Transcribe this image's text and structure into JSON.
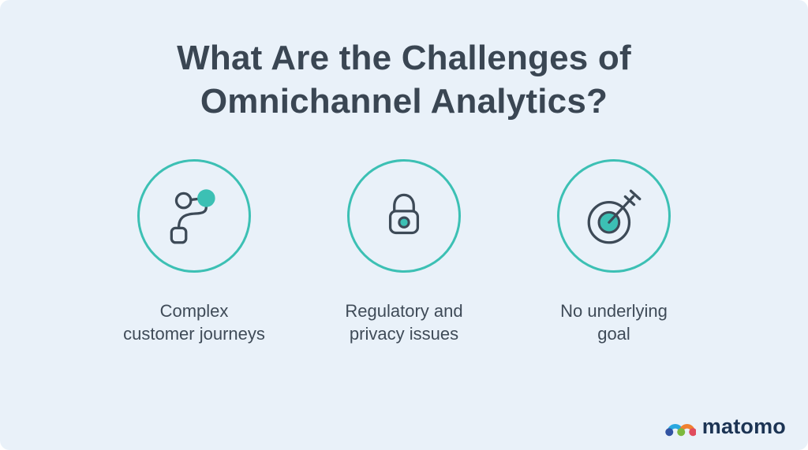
{
  "page": {
    "background": "#e9f1f9",
    "accent": "#3cc0b4",
    "icon_stroke": "#3d4a57",
    "title_color": "#3a4653",
    "text_color": "#3f4b58"
  },
  "title": {
    "line1": "What Are the Challenges of",
    "line2": "Omnichannel Analytics?"
  },
  "challenges": [
    {
      "icon": "journey-icon",
      "label_line1": "Complex",
      "label_line2": "customer journeys"
    },
    {
      "icon": "lock-icon",
      "label_line1": "Regulatory and",
      "label_line2": "privacy issues"
    },
    {
      "icon": "target-icon",
      "label_line1": "No underlying",
      "label_line2": "goal"
    }
  ],
  "footer": {
    "brand": "matomo",
    "brand_text_color": "#1c3454",
    "logo_colors": {
      "blue": "#3253a2",
      "light_blue": "#29a8e0",
      "green": "#7cb93e",
      "orange": "#f08030",
      "red": "#e04c5d"
    }
  }
}
